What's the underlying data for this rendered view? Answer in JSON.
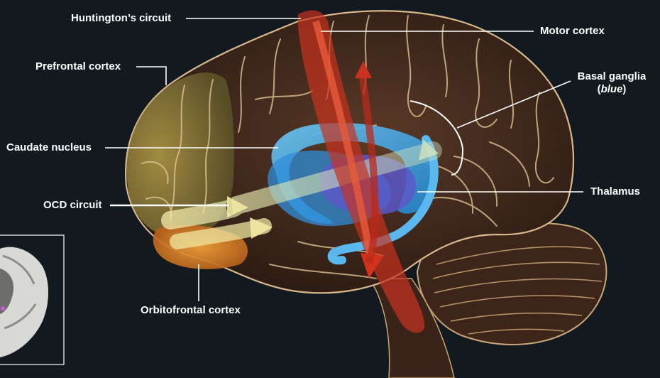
{
  "labels": {
    "huntingtons_circuit": "Huntington’s circuit",
    "motor_cortex": "Motor cortex",
    "prefrontal_cortex": "Prefrontal cortex",
    "basal_ganglia": "Basal ganglia",
    "basal_ganglia_note": "blue",
    "caudate_nucleus": "Caudate nucleus",
    "thalamus": "Thalamus",
    "ocd_circuit": "OCD circuit",
    "orbitofrontal_cortex": "Orbitofrontal cortex"
  },
  "colors": {
    "background": "#12191f",
    "cortex": "#4a3022",
    "gyrus_line": "#d7b98e",
    "prefrontal": "#9c8a3b",
    "orbitofrontal": "#e08a2c",
    "basal_ganglia": "#3aa3e0",
    "thalamus": "#5a58c8",
    "huntingtons_arrow": "#d2321c",
    "ocd_arrow": "#e8e2a0",
    "leader_line": "#ffffff"
  }
}
